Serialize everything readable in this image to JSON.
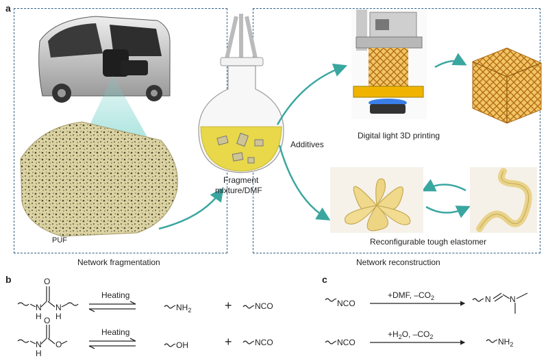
{
  "panel_a": {
    "letter": "a",
    "left_caption": "Network fragmentation",
    "right_caption": "Network reconstruction",
    "puf_label": "PUF",
    "flask_label_line1": "Fragment",
    "flask_label_line2": "mixture/DMF",
    "additives_label": "Additives",
    "printing_label": "Digital light 3D printing",
    "elastomer_label": "Reconfigurable tough elastomer"
  },
  "panel_b": {
    "letter": "b",
    "reaction1": {
      "condition": "Heating",
      "product1": "NH",
      "product1_sub": "2",
      "plus": "+",
      "product2": "NCO",
      "atom_o": "O",
      "atom_n1": "N",
      "atom_h1": "H",
      "atom_n2": "N",
      "atom_h2": "H"
    },
    "reaction2": {
      "condition": "Heating",
      "product1": "OH",
      "plus": "+",
      "product2": "NCO",
      "atom_o1": "O",
      "atom_n": "N",
      "atom_h": "H",
      "atom_o2": "O"
    }
  },
  "panel_c": {
    "letter": "c",
    "reaction1": {
      "reactant": "NCO",
      "condition": "+DMF, –CO",
      "condition_sub": "2",
      "atom_n1": "N",
      "atom_n2": "N"
    },
    "reaction2": {
      "reactant": "NCO",
      "condition": "+H",
      "condition_sub1": "2",
      "condition_rest": "O, –CO",
      "condition_sub2": "2",
      "product": "NH",
      "product_sub": "2"
    }
  },
  "colors": {
    "box_border": "#2f5f86",
    "arrow_teal": "#3aa6a0",
    "foam": "#d9d1a0",
    "liquid": "#e8d84a",
    "resin": "#e3a53a"
  }
}
